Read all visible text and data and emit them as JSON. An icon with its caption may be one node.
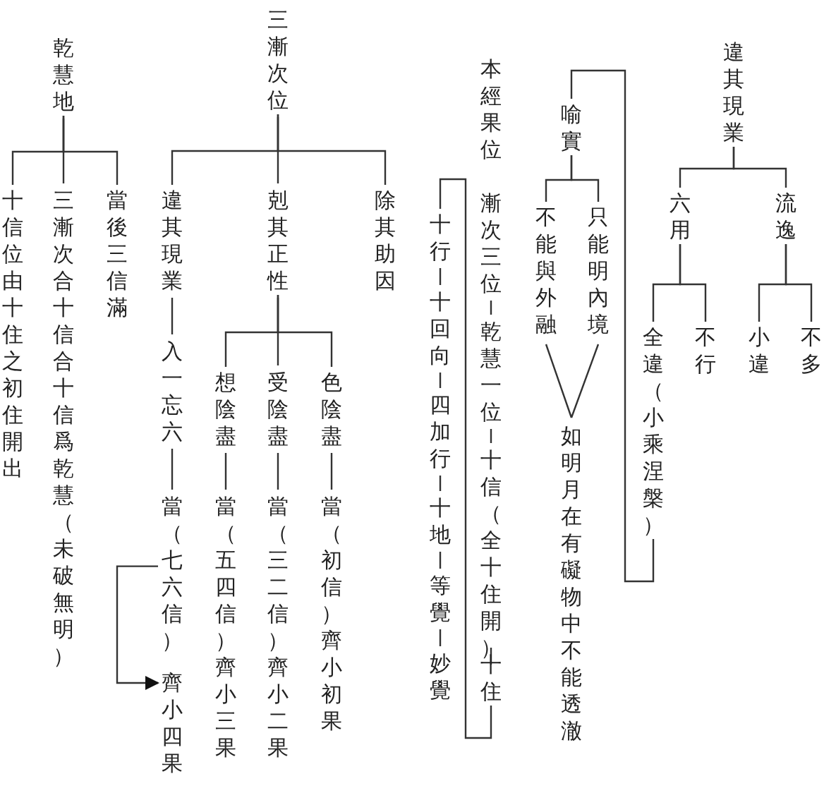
{
  "diagram": {
    "nodes": [
      {
        "text": [
          "違其現業"
        ]
      },
      {
        "text": [
          "流逸"
        ]
      },
      {
        "text": [
          "六用"
        ]
      },
      {
        "text": [
          "不多"
        ]
      },
      {
        "text": [
          "小違"
        ]
      },
      {
        "text": [
          "不行"
        ]
      },
      {
        "text": [
          "全違（小乘涅槃）"
        ]
      },
      {
        "text": [
          "喻實"
        ]
      },
      {
        "text": [
          "只能明內境"
        ]
      },
      {
        "text": [
          "不能與外融"
        ]
      },
      {
        "text": [
          "如明月在有礙物中不能透澈"
        ]
      },
      {
        "text": [
          "漸次三位"
        ]
      },
      {
        "text": [
          "乾慧一位"
        ]
      },
      {
        "text": [
          "十信（全十住開）"
        ]
      },
      {
        "text": [
          "十住"
        ]
      },
      {
        "text": [
          "十行"
        ]
      },
      {
        "text": [
          "十回向"
        ]
      },
      {
        "text": [
          "四加行"
        ]
      },
      {
        "text": [
          "十地"
        ]
      },
      {
        "text": [
          "等覺"
        ]
      },
      {
        "text": [
          "妙覺"
        ]
      },
      {
        "text": [
          "三漸次位"
        ]
      },
      {
        "text": [
          "除其助因"
        ]
      },
      {
        "text": [
          "剋其正性"
        ]
      },
      {
        "text": [
          "違其現業"
        ]
      },
      {
        "text": [
          "色陰盡"
        ]
      },
      {
        "text": [
          "當（初信）齊小初果"
        ]
      },
      {
        "text": [
          "受陰盡"
        ]
      },
      {
        "text": [
          "當（三二信）齊小二果"
        ]
      },
      {
        "text": [
          "想陰盡"
        ]
      },
      {
        "text": [
          "當（五四信）齊小三果"
        ]
      },
      {
        "text": [
          "入一忘六"
        ]
      },
      {
        "text": [
          "當（七六信）"
        ]
      },
      {
        "text": [
          "齊小四果"
        ]
      },
      {
        "text": [
          "乾慧地"
        ]
      },
      {
        "text": [
          "當後三信滿"
        ]
      },
      {
        "text": [
          "三漸次合十信合十信爲乾慧（未破無明）"
        ]
      },
      {
        "text": [
          "十信位由十住之初住開出"
        ]
      }
    ],
    "edges": [
      {
        "from": 0,
        "to": 1,
        "arrow": "none"
      },
      {
        "from": 0,
        "to": 2,
        "arrow": "none"
      },
      {
        "from": 1,
        "to": 3,
        "arrow": "none"
      },
      {
        "from": 1,
        "to": 4,
        "arrow": "none"
      },
      {
        "from": 2,
        "to": 5,
        "arrow": "none"
      },
      {
        "from": 2,
        "to": 6,
        "arrow": "none"
      },
      {
        "from": 6,
        "to": 7,
        "arrow": "none"
      },
      {
        "from": 7,
        "to": 8,
        "arrow": "none"
      },
      {
        "from": 7,
        "to": 9,
        "arrow": "none"
      },
      {
        "from": 8,
        "to": 10,
        "arrow": "none"
      },
      {
        "from": 9,
        "to": 10,
        "arrow": "none"
      },
      {
        "from": 11,
        "to": 12,
        "arrow": "none"
      },
      {
        "from": 12,
        "to": 13,
        "arrow": "none"
      },
      {
        "from": 13,
        "to": 14,
        "arrow": "none"
      },
      {
        "from": 14,
        "to": 15,
        "arrow": "none"
      },
      {
        "from": 15,
        "to": 16,
        "arrow": "none"
      },
      {
        "from": 16,
        "to": 17,
        "arrow": "none"
      },
      {
        "from": 17,
        "to": 18,
        "arrow": "none"
      },
      {
        "from": 18,
        "to": 19,
        "arrow": "none"
      },
      {
        "from": 19,
        "to": 20,
        "arrow": "none"
      },
      {
        "from": 21,
        "to": 22,
        "arrow": "none"
      },
      {
        "from": 21,
        "to": 23,
        "arrow": "none"
      },
      {
        "from": 21,
        "to": 24,
        "arrow": "none"
      },
      {
        "from": 23,
        "to": 25,
        "arrow": "none"
      },
      {
        "from": 23,
        "to": 27,
        "arrow": "none"
      },
      {
        "from": 23,
        "to": 29,
        "arrow": "none"
      },
      {
        "from": 25,
        "to": 26,
        "arrow": "none"
      },
      {
        "from": 27,
        "to": 28,
        "arrow": "none"
      },
      {
        "from": 29,
        "to": 30,
        "arrow": "none"
      },
      {
        "from": 24,
        "to": 31,
        "arrow": "none"
      },
      {
        "from": 31,
        "to": 32,
        "arrow": "none"
      },
      {
        "from": 32,
        "to": 33,
        "arrow": "to"
      },
      {
        "from": 34,
        "to": 35,
        "arrow": "none"
      },
      {
        "from": 34,
        "to": 36,
        "arrow": "none"
      },
      {
        "from": 34,
        "to": 37,
        "arrow": "none"
      }
    ],
    "labels": [
      "本經果位"
    ]
  }
}
